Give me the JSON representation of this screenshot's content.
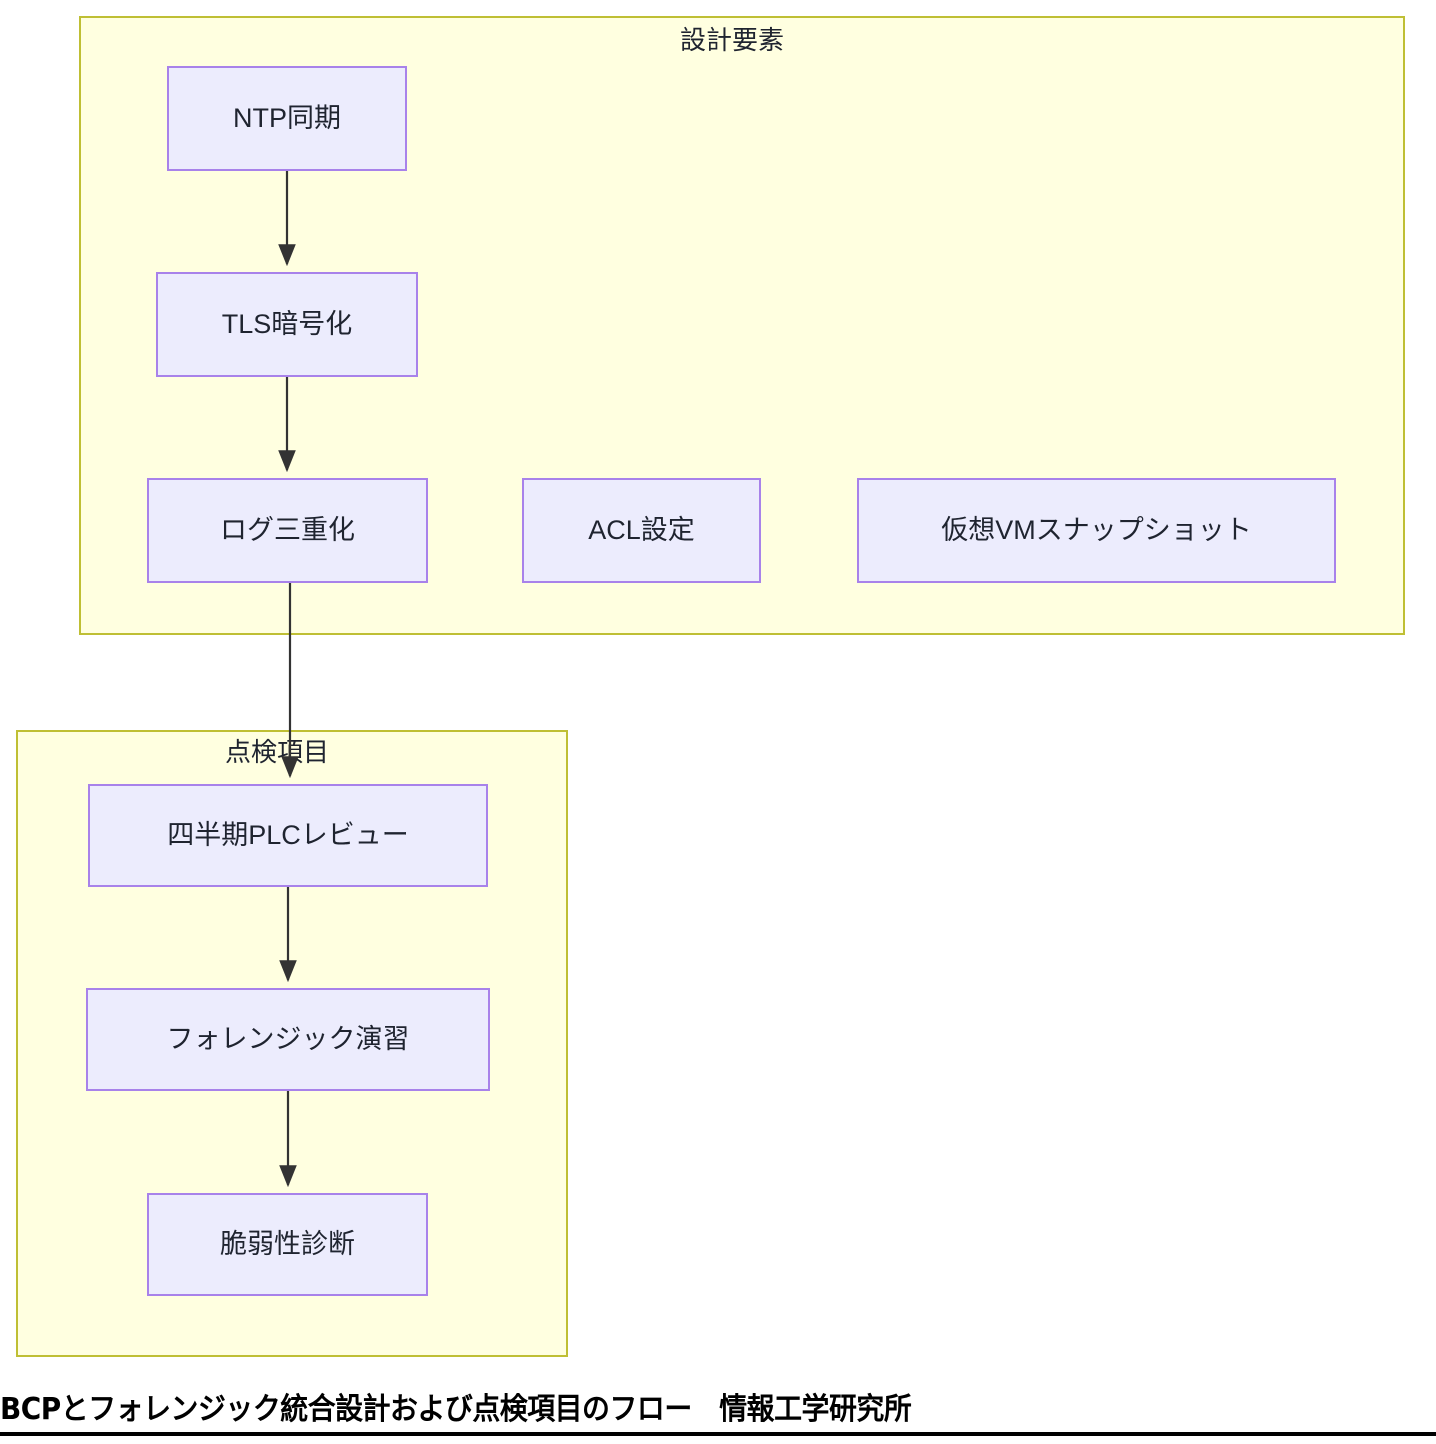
{
  "diagram": {
    "type": "flowchart",
    "direction": "top-down",
    "caption": "BCPとフォレンジック統合設計および点検項目のフロー　情報工学研究所",
    "colors": {
      "subgraph_fill": "#ffffe0",
      "subgraph_border": "#bfbf34",
      "node_fill": "#ececfd",
      "node_border": "#a882ea",
      "edge_stroke": "#333333",
      "text": "#1f2430",
      "caption_text": "#000000"
    },
    "subgraphs": [
      {
        "id": "design-elements",
        "title": "設計要素",
        "nodes": [
          {
            "id": "ntp",
            "label": "NTP同期"
          },
          {
            "id": "tls",
            "label": "TLS暗号化"
          },
          {
            "id": "log",
            "label": "ログ三重化"
          },
          {
            "id": "acl",
            "label": "ACL設定"
          },
          {
            "id": "vmsnap",
            "label": "仮想VMスナップショット"
          }
        ]
      },
      {
        "id": "inspection-items",
        "title": "点検項目",
        "nodes": [
          {
            "id": "plc",
            "label": "四半期PLCレビュー"
          },
          {
            "id": "forensic",
            "label": "フォレンジック演習"
          },
          {
            "id": "vuln",
            "label": "脆弱性診断"
          }
        ]
      }
    ],
    "edges": [
      {
        "from": "ntp",
        "to": "tls"
      },
      {
        "from": "tls",
        "to": "log"
      },
      {
        "from": "log",
        "to": "plc"
      },
      {
        "from": "plc",
        "to": "forensic"
      },
      {
        "from": "forensic",
        "to": "vuln"
      }
    ]
  }
}
